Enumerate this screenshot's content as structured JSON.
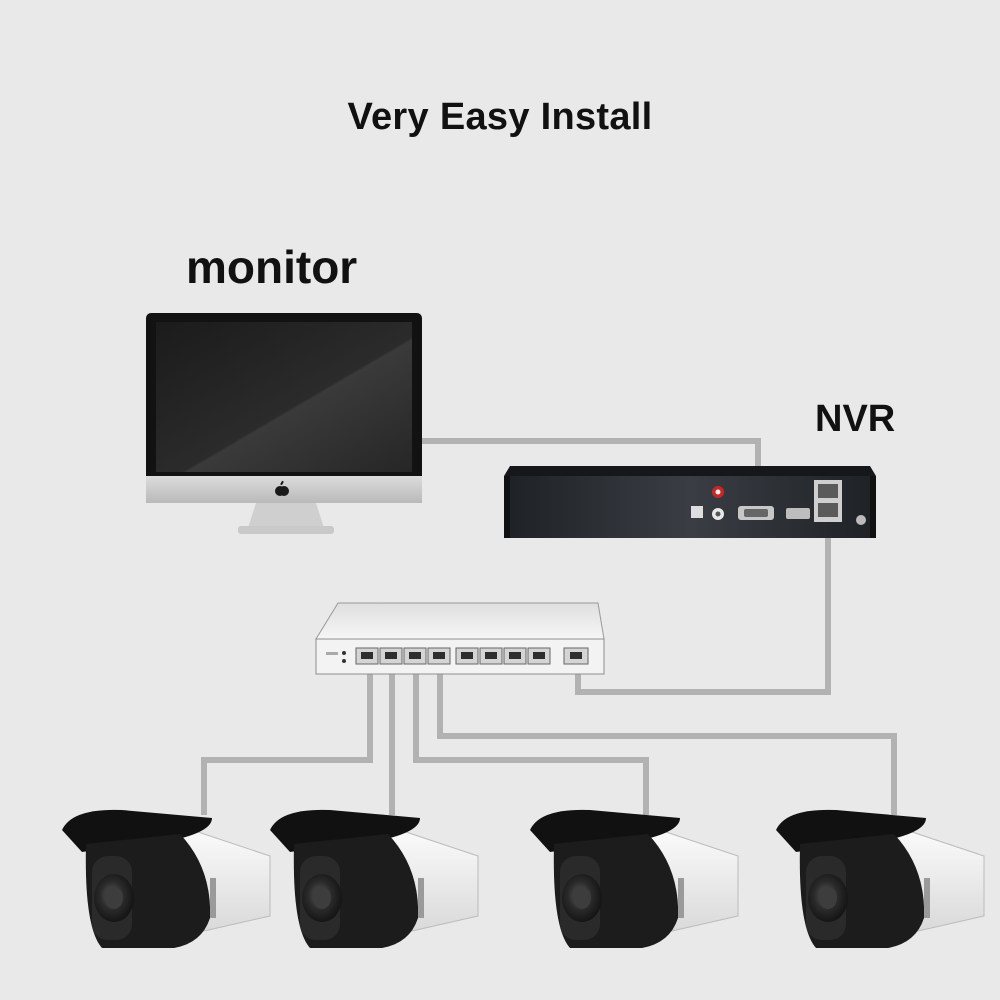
{
  "title": "Very Easy Install",
  "labels": {
    "monitor": "monitor",
    "nvr": "NVR"
  },
  "colors": {
    "background": "#e9e9e9",
    "cable": "#b2b2b2",
    "device_dark": "#2a2d31",
    "camera_white": "#f2f2f2"
  },
  "icons": {
    "monitor_logo": "apple-logo-icon"
  }
}
